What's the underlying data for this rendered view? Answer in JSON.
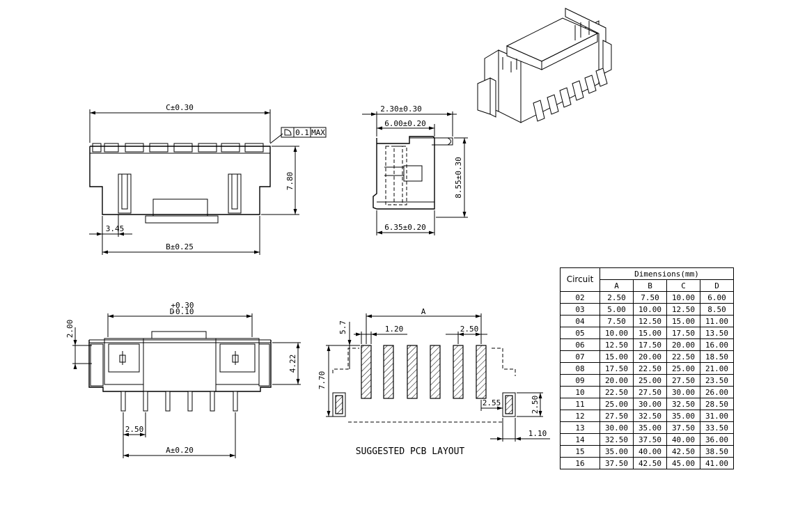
{
  "top_view": {
    "dim_c": "C±0.30",
    "flatness": "0.1",
    "flatness_max": "MAX",
    "dim_height": "7.80",
    "dim_345": "3.45",
    "dim_b": "B±0.25"
  },
  "side_view": {
    "dim_230": "2.30±0.30",
    "dim_600": "6.00±0.20",
    "dim_855": "8.55±0.30",
    "dim_635": "6.35±0.20"
  },
  "bottom_view": {
    "dim_d": "D",
    "dim_d_plus": "+0.30",
    "dim_d_minus": "-0.10",
    "dim_200": "2.00",
    "dim_422": "4.22",
    "dim_250": "2.50",
    "dim_a": "A±0.20"
  },
  "pcb_layout": {
    "dim_a": "A",
    "dim_57": "5.7",
    "dim_120": "1.20",
    "dim_250_top": "2.50",
    "dim_770": "7.70",
    "dim_255": "2.55",
    "dim_250_right": "2.50",
    "dim_110": "1.10",
    "caption": "SUGGESTED PCB LAYOUT"
  },
  "table": {
    "circuit_header": "Circuit",
    "dimensions_header": "Dimensions(mm)",
    "columns": [
      "A",
      "B",
      "C",
      "D"
    ],
    "rows": [
      {
        "circuit": "02",
        "values": [
          "2.50",
          "7.50",
          "10.00",
          "6.00"
        ]
      },
      {
        "circuit": "03",
        "values": [
          "5.00",
          "10.00",
          "12.50",
          "8.50"
        ]
      },
      {
        "circuit": "04",
        "values": [
          "7.50",
          "12.50",
          "15.00",
          "11.00"
        ]
      },
      {
        "circuit": "05",
        "values": [
          "10.00",
          "15.00",
          "17.50",
          "13.50"
        ]
      },
      {
        "circuit": "06",
        "values": [
          "12.50",
          "17.50",
          "20.00",
          "16.00"
        ]
      },
      {
        "circuit": "07",
        "values": [
          "15.00",
          "20.00",
          "22.50",
          "18.50"
        ]
      },
      {
        "circuit": "08",
        "values": [
          "17.50",
          "22.50",
          "25.00",
          "21.00"
        ]
      },
      {
        "circuit": "09",
        "values": [
          "20.00",
          "25.00",
          "27.50",
          "23.50"
        ]
      },
      {
        "circuit": "10",
        "values": [
          "22.50",
          "27.50",
          "30.00",
          "26.00"
        ]
      },
      {
        "circuit": "11",
        "values": [
          "25.00",
          "30.00",
          "32.50",
          "28.50"
        ]
      },
      {
        "circuit": "12",
        "values": [
          "27.50",
          "32.50",
          "35.00",
          "31.00"
        ]
      },
      {
        "circuit": "13",
        "values": [
          "30.00",
          "35.00",
          "37.50",
          "33.50"
        ]
      },
      {
        "circuit": "14",
        "values": [
          "32.50",
          "37.50",
          "40.00",
          "36.00"
        ]
      },
      {
        "circuit": "15",
        "values": [
          "35.00",
          "40.00",
          "42.50",
          "38.50"
        ]
      },
      {
        "circuit": "16",
        "values": [
          "37.50",
          "42.50",
          "45.00",
          "41.00"
        ]
      }
    ]
  }
}
